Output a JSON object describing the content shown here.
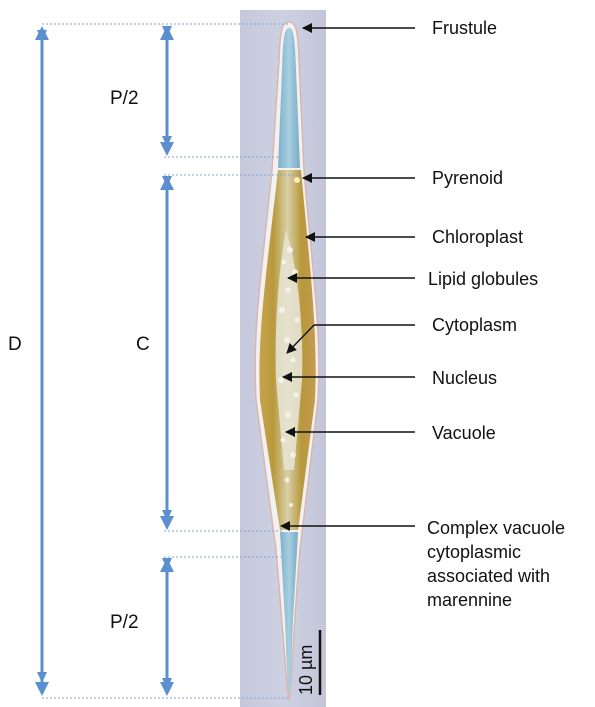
{
  "colors": {
    "dimension_lines": "#5b8fcf",
    "micrograph_background": "#c7cadc",
    "chloroplast": "#b49a3c",
    "vacuole_blue": "#8fbcd2",
    "arrow": "#111111"
  },
  "dimensions": {
    "D": "D",
    "C": "C",
    "P_top": "P/2",
    "P_bottom": "P/2"
  },
  "labels": {
    "frustule": "Frustule",
    "pyrenoid": "Pyrenoid",
    "chloroplast": "Chloroplast",
    "lipid_globules": "Lipid globules",
    "cytoplasm": "Cytoplasm",
    "nucleus": "Nucleus",
    "vacuole": "Vacuole",
    "complex_vacuole": [
      "Complex vacuole",
      "cytoplasmic",
      "associated with",
      "marennine"
    ]
  },
  "scale_bar": "10 µm"
}
